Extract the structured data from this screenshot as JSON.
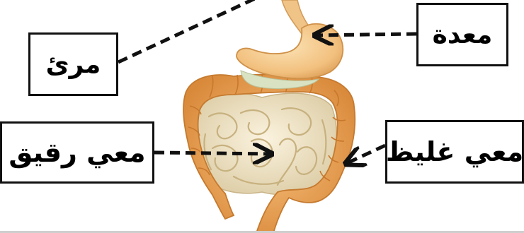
{
  "labels": {
    "esophagus": "مرئ",
    "stomach": "معدة",
    "small_intestine": "معي رقيق",
    "large_intestine": "معي غليظ"
  },
  "colors": {
    "large_intestine": "#e8a357",
    "stomach": "#f3c98c",
    "small_intestine": "#efe2c4",
    "arrow": "#111111",
    "box_border": "#111111"
  }
}
